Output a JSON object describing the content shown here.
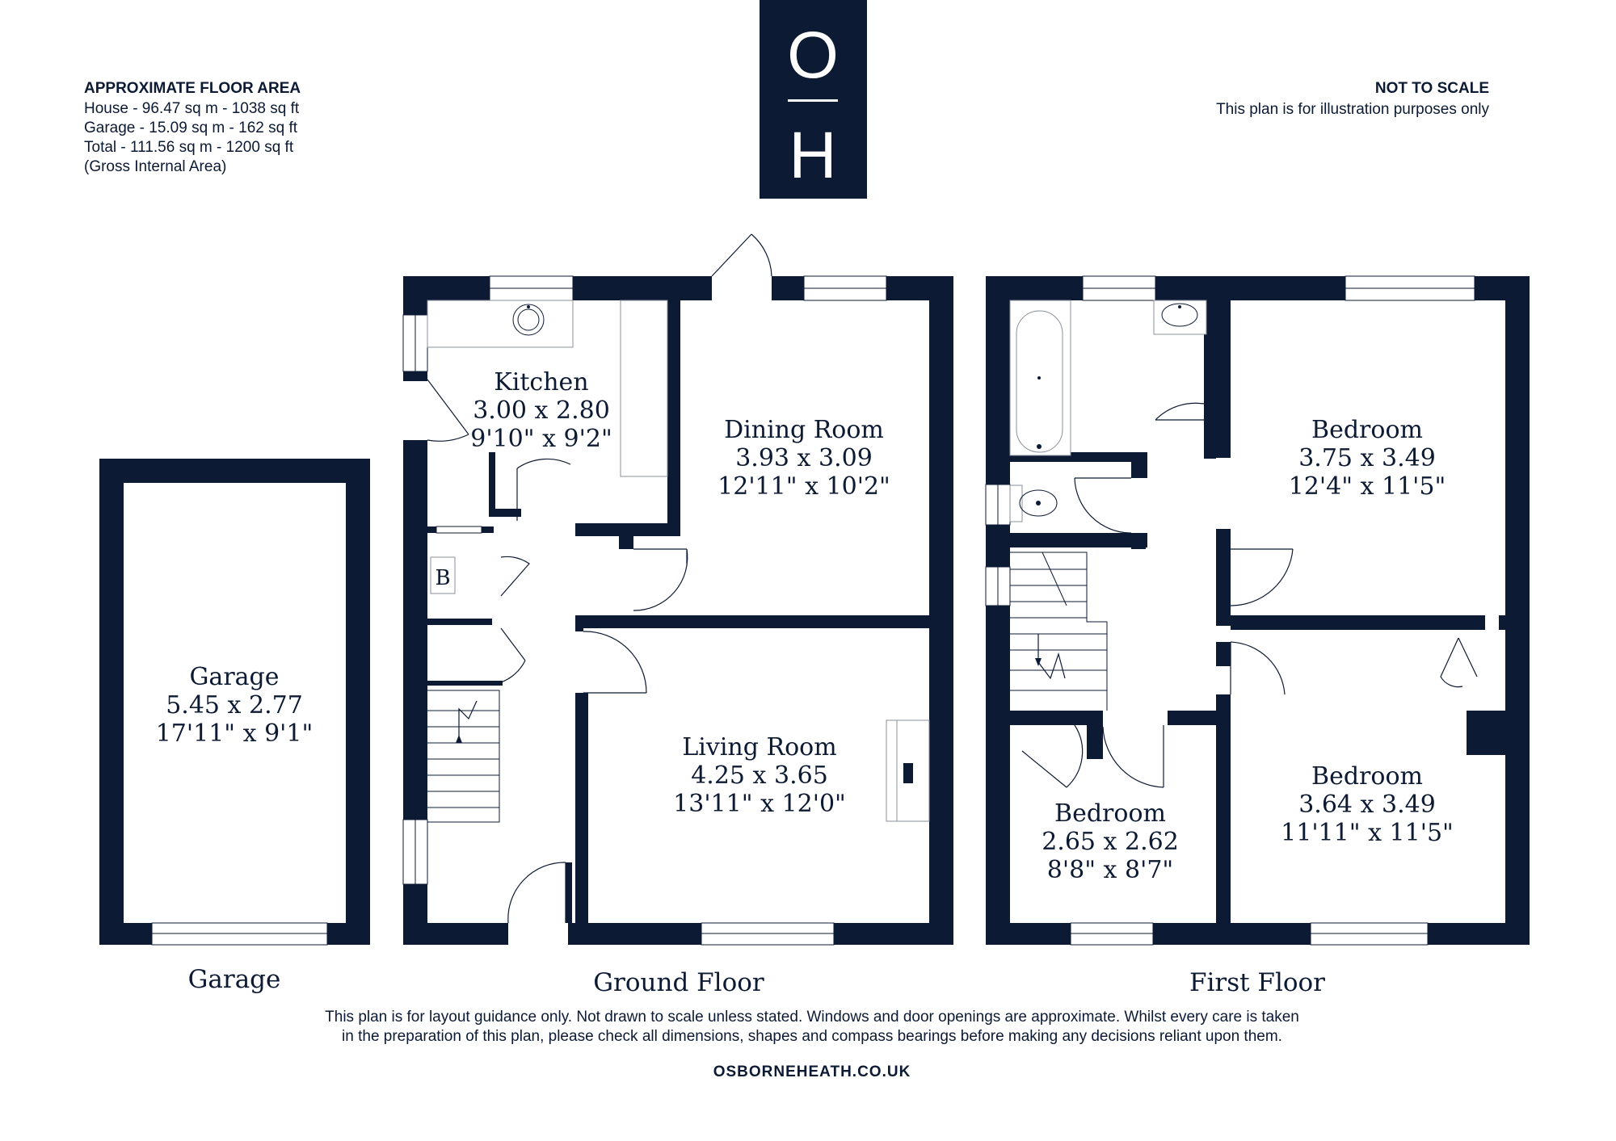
{
  "header": {
    "area_title": "APPROXIMATE FLOOR AREA",
    "area_lines": [
      "House - 96.47 sq m - 1038 sq ft",
      "Garage - 15.09 sq m - 162 sq ft",
      "Total - 111.56 sq m - 1200 sq ft",
      "(Gross Internal Area)"
    ],
    "scale_title": "NOT TO SCALE",
    "scale_note": "This plan is for illustration purposes only"
  },
  "logo": {
    "top": "O",
    "bottom": "H"
  },
  "rooms": {
    "garage": {
      "name": "Garage",
      "metric": "5.45 x 2.77",
      "imperial": "17'11\" x 9'1\""
    },
    "kitchen": {
      "name": "Kitchen",
      "metric": "3.00 x 2.80",
      "imperial": "9'10\" x 9'2\""
    },
    "dining": {
      "name": "Dining Room",
      "metric": "3.93 x 3.09",
      "imperial": "12'11\" x 10'2\""
    },
    "living": {
      "name": "Living Room",
      "metric": "4.25 x 3.65",
      "imperial": "13'11\" x 12'0\""
    },
    "boiler": "B",
    "bedroom1": {
      "name": "Bedroom",
      "metric": "3.75 x 3.49",
      "imperial": "12'4\" x 11'5\""
    },
    "bedroom2": {
      "name": "Bedroom",
      "metric": "3.64 x 3.49",
      "imperial": "11'11\" x 11'5\""
    },
    "bedroom3": {
      "name": "Bedroom",
      "metric": "2.65 x 2.62",
      "imperial": "8'8\" x 8'7\""
    }
  },
  "floors": {
    "garage": "Garage",
    "ground": "Ground Floor",
    "first": "First Floor"
  },
  "footer": {
    "disclaimer_1": "This plan is for layout guidance only. Not drawn to scale unless stated. Windows and door openings are approximate. Whilst every care is taken",
    "disclaimer_2": "in the preparation of this plan, please check all dimensions, shapes and compass bearings before making any decisions reliant upon them.",
    "website": "OSBORNEHEATH.CO.UK"
  },
  "colors": {
    "wall": "#0c1a33",
    "background": "#ffffff"
  }
}
